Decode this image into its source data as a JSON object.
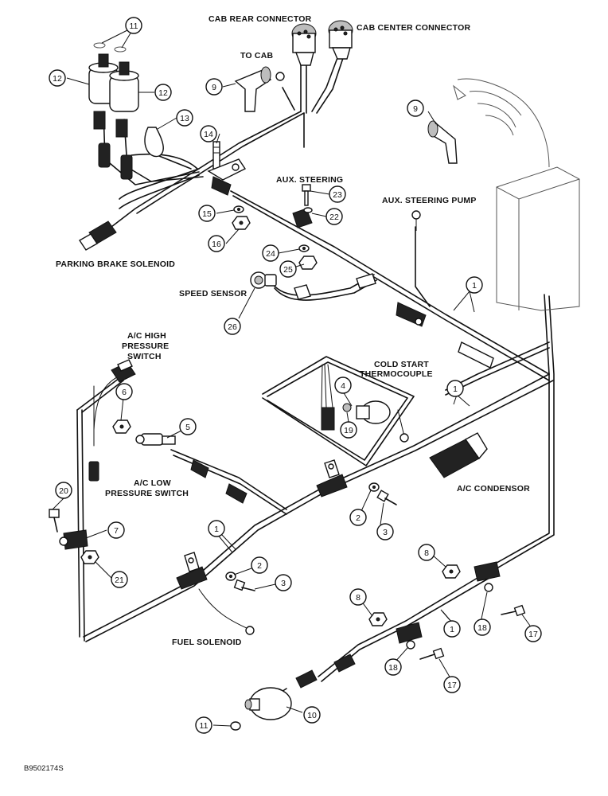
{
  "labels": {
    "cab_rear_connector": "CAB REAR CONNECTOR",
    "cab_center_connector": "CAB CENTER CONNECTOR",
    "to_cab": "TO CAB",
    "aux_steering": "AUX. STEERING",
    "aux_steering_pump": "AUX. STEERING PUMP",
    "parking_brake_solenoid": "PARKING BRAKE SOLENOID",
    "speed_sensor": "SPEED SENSOR",
    "ac_high_l1": "A/C HIGH",
    "ac_high_l2": "PRESSURE",
    "ac_high_l3": "SWITCH",
    "cold_start_l1": "COLD START",
    "cold_start_l2": "THERMOCOUPLE",
    "ac_low_l1": "A/C LOW",
    "ac_low_l2": "PRESSURE SWITCH",
    "ac_condensor": "A/C CONDENSOR",
    "fuel_solenoid": "FUEL SOLENOID",
    "figure_code": "B9502174S"
  },
  "callouts": {
    "c11a": "11",
    "c12a": "12",
    "c12b": "12",
    "c13": "13",
    "c14": "14",
    "c9a": "9",
    "c9b": "9",
    "c23": "23",
    "c22": "22",
    "c15": "15",
    "c16": "16",
    "c24": "24",
    "c25": "25",
    "c26": "26",
    "c1a": "1",
    "c1b": "1",
    "c1c": "1",
    "c1d": "1",
    "c6": "6",
    "c4": "4",
    "c19": "19",
    "c5": "5",
    "c20": "20",
    "c7": "7",
    "c21": "21",
    "c2a": "2",
    "c3a": "3",
    "c2b": "2",
    "c3b": "3",
    "c8a": "8",
    "c8b": "8",
    "c18a": "18",
    "c18b": "18",
    "c17a": "17",
    "c17b": "17",
    "c10": "10",
    "c11b": "11"
  }
}
